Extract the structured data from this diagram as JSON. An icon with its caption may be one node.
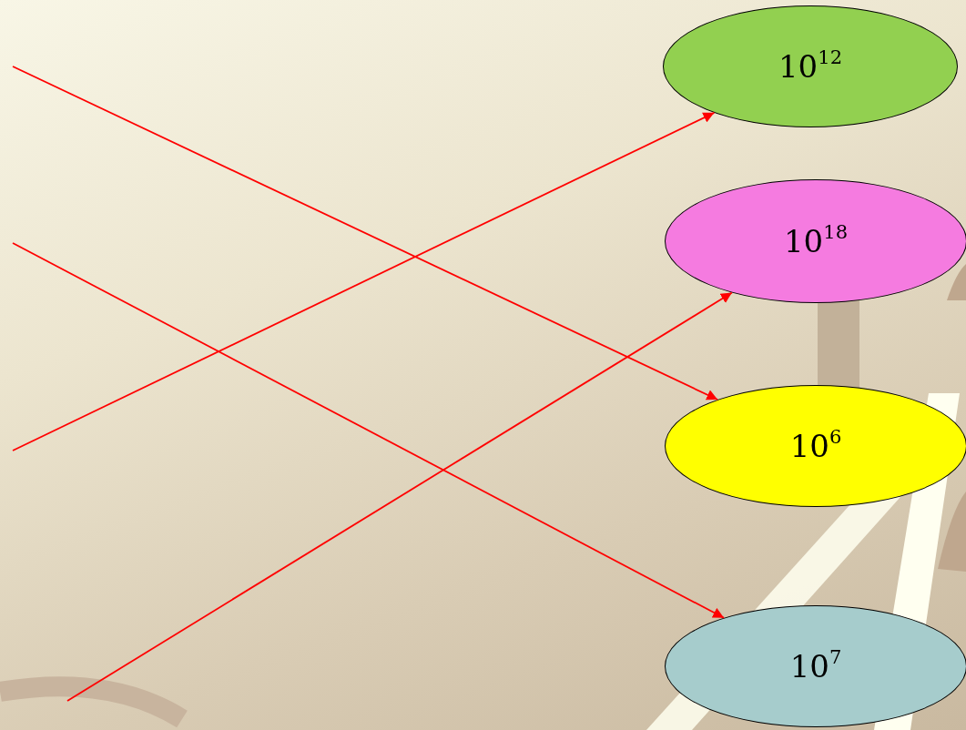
{
  "diagram": {
    "nodes": [
      {
        "text": [
          "10$^{12}$"
        ]
      },
      {
        "text": [
          "10$^{18}$"
        ]
      },
      {
        "text": [
          "10$^{6}$"
        ]
      },
      {
        "text": [
          "10$^{7}$"
        ]
      }
    ],
    "edges": [
      {
        "from": null,
        "to": 2,
        "arrow": "to"
      },
      {
        "from": null,
        "to": 3,
        "arrow": "to"
      },
      {
        "from": null,
        "to": 0,
        "arrow": "to"
      },
      {
        "from": null,
        "to": 1,
        "arrow": "to"
      }
    ]
  }
}
